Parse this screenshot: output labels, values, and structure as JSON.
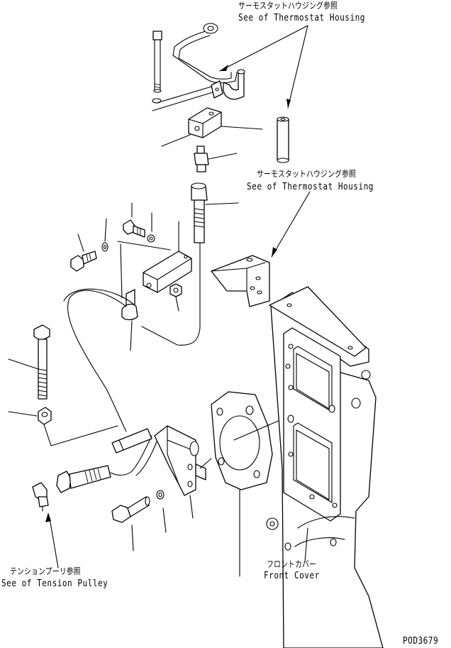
{
  "labels": {
    "thermostat_top_jp": "サーモスタットハウジング参照",
    "thermostat_top_en": "See of Thermostat Housing",
    "thermostat_mid_jp": "サーモスタットハウジング参照",
    "thermostat_mid_en": "See of Thermostat Housing",
    "tension_pulley_jp": "テンションプーリ参照",
    "tension_pulley_en": "See of Tension Pulley",
    "front_cover_jp": "フロントカバー",
    "front_cover_en": "Front Cover",
    "drawing_number": "POD3679"
  },
  "colors": {
    "ink": "#000000",
    "paper": "#ffffff"
  }
}
